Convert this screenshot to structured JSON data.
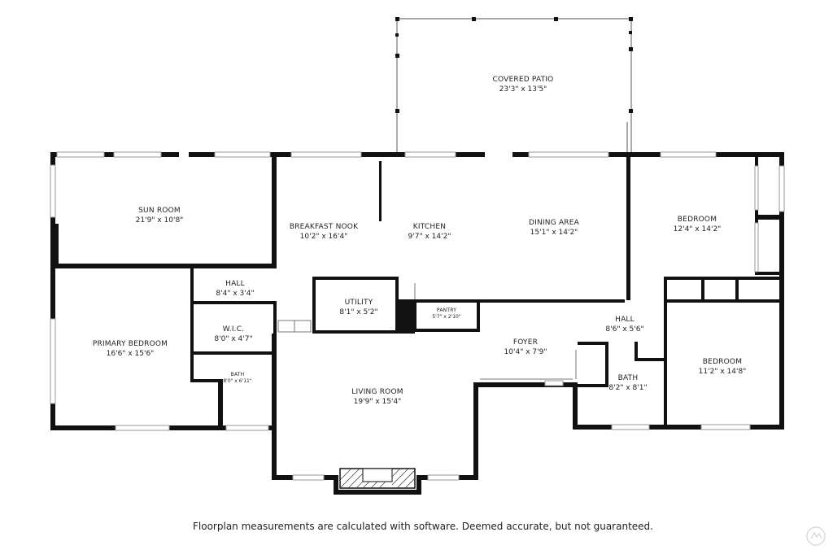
{
  "rooms": {
    "covered_patio": {
      "name": "COVERED PATIO",
      "dim": "23'3\" x 13'5\""
    },
    "sun_room": {
      "name": "SUN ROOM",
      "dim": "21'9\" x 10'8\""
    },
    "breakfast_nook": {
      "name": "BREAKFAST NOOK",
      "dim": "10'2\" x 16'4\""
    },
    "kitchen": {
      "name": "KITCHEN",
      "dim": "9'7\" x 14'2\""
    },
    "dining_area": {
      "name": "DINING AREA",
      "dim": "15'1\" x 14'2\""
    },
    "bedroom_ne": {
      "name": "BEDROOM",
      "dim": "12'4\" x 14'2\""
    },
    "hall_w": {
      "name": "HALL",
      "dim": "8'4\" x 3'4\""
    },
    "utility": {
      "name": "UTILITY",
      "dim": "8'1\" x 5'2\""
    },
    "pantry": {
      "name": "PANTRY",
      "dim": "5'7\" x 2'10\""
    },
    "primary_bedroom": {
      "name": "PRIMARY BEDROOM",
      "dim": "16'6\" x 15'6\""
    },
    "wic": {
      "name": "W.I.C.",
      "dim": "8'0\" x 4'7\""
    },
    "bath_w": {
      "name": "BATH",
      "dim": "8'0\" x 6'11\""
    },
    "living_room": {
      "name": "LIVING ROOM",
      "dim": "19'9\" x 15'4\""
    },
    "foyer": {
      "name": "FOYER",
      "dim": "10'4\" x 7'9\""
    },
    "hall_e": {
      "name": "HALL",
      "dim": "8'6\" x 5'6\""
    },
    "bath_e": {
      "name": "BATH",
      "dim": "8'2\" x 8'1\""
    },
    "bedroom_se": {
      "name": "BEDROOM",
      "dim": "11'2\" x 14'8\""
    }
  },
  "disclaimer": "Floorplan measurements are calculated with software. Deemed accurate, but not guaranteed.",
  "colors": {
    "wall": "#111111",
    "window": "#9a9a9a",
    "background": "#ffffff"
  },
  "watermark_icon": "mls-logo-icon"
}
